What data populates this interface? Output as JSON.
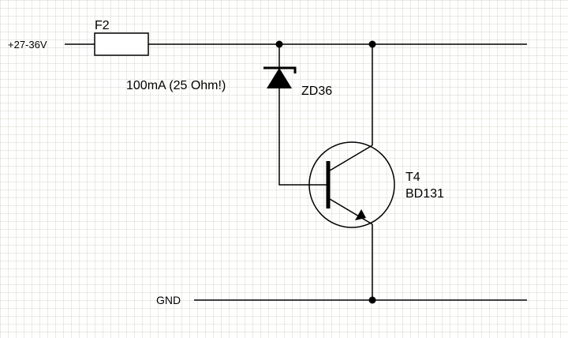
{
  "schematic": {
    "supply_label": "+27-36V",
    "fuse_label": "F2",
    "fuse_note": "100mA (25 Ohm!)",
    "zener_label": "ZD36",
    "transistor_ref": "T4",
    "transistor_part": "BD131",
    "ground_label": "GND"
  },
  "colors": {
    "grid": "#d6d6cc",
    "wire": "#000000",
    "background": "#ffffff"
  }
}
